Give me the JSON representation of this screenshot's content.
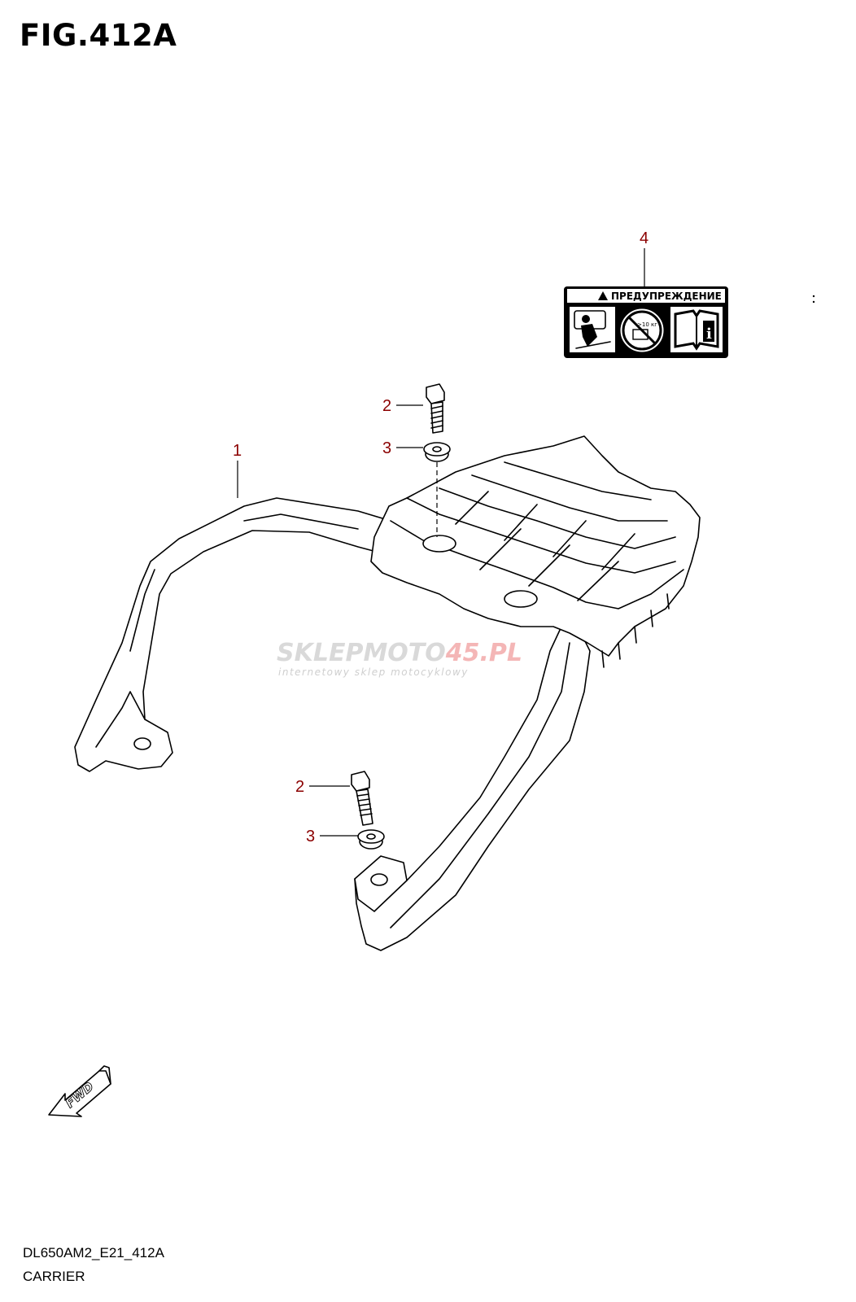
{
  "figure": {
    "title": "FIG.412A",
    "code": "DL650AM2_E21_412A",
    "name": "CARRIER"
  },
  "callouts": [
    {
      "id": "carrier",
      "number": "1"
    },
    {
      "id": "bolt-upper",
      "number": "2"
    },
    {
      "id": "washer-upper",
      "number": "3"
    },
    {
      "id": "bolt-lower",
      "number": "2"
    },
    {
      "id": "washer-lower",
      "number": "3"
    },
    {
      "id": "warning-label",
      "number": "4"
    }
  ],
  "warning_label": {
    "heading": "ПРЕДУПРЕЖДЕНИЕ",
    "weight_text": ">10 кг",
    "info_symbol": "i"
  },
  "watermark": {
    "brand_left": "SKLEPMOTO",
    "brand_right": "45.PL",
    "tagline": "internetowy sklep motocyklowy"
  },
  "fwd_indicator": {
    "label": "FWD"
  },
  "colors": {
    "callout": "#8b0000",
    "label_bg": "#000000",
    "watermark_red": "#f4b6b6"
  }
}
